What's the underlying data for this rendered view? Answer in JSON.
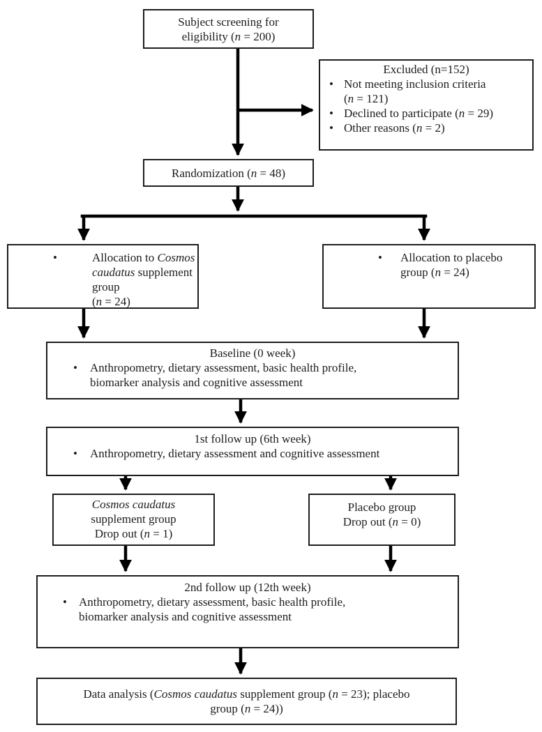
{
  "diagram": {
    "bullet_char": "•",
    "colors": {
      "border": "#1d1d1d",
      "text": "#1c1c1c",
      "arrow": "#000000",
      "background": "#ffffff"
    },
    "boxes": {
      "screening": {
        "lines": [
          [
            {
              "t": "Subject screening for"
            }
          ],
          [
            {
              "t": "eligibility ("
            },
            {
              "t": "n",
              "i": true
            },
            {
              "t": " = 200)"
            }
          ]
        ]
      },
      "excluded": {
        "title": [
          {
            "t": "Excluded (n=152)"
          }
        ],
        "bullets": [
          [
            [
              {
                "t": "Not meeting inclusion criteria"
              }
            ],
            [
              {
                "t": "("
              },
              {
                "t": "n",
                "i": true
              },
              {
                "t": " = 121)"
              }
            ]
          ],
          [
            [
              {
                "t": "Declined to participate ("
              },
              {
                "t": "n",
                "i": true
              },
              {
                "t": " = 29)"
              }
            ]
          ],
          [
            [
              {
                "t": "Other reasons ("
              },
              {
                "t": "n",
                "i": true
              },
              {
                "t": " = 2)"
              }
            ]
          ]
        ]
      },
      "randomization": {
        "text": [
          {
            "t": "Randomization ("
          },
          {
            "t": "n",
            "i": true
          },
          {
            "t": " = 48)"
          }
        ]
      },
      "alloc_cosmos": {
        "bullet": [
          [
            {
              "t": "Allocation to "
            },
            {
              "t": "Cosmos",
              "i": true
            }
          ],
          [
            {
              "t": "caudatus",
              "i": true
            },
            {
              "t": " supplement group"
            }
          ],
          [
            {
              "t": "("
            },
            {
              "t": "n",
              "i": true
            },
            {
              "t": " = 24)"
            }
          ]
        ]
      },
      "alloc_placebo": {
        "bullet": [
          [
            {
              "t": "Allocation to placebo"
            }
          ],
          [
            {
              "t": "group ("
            },
            {
              "t": "n",
              "i": true
            },
            {
              "t": " = 24)"
            }
          ]
        ]
      },
      "baseline": {
        "title": [
          {
            "t": "Baseline (0 week)"
          }
        ],
        "bullet": [
          [
            {
              "t": "Anthropometry, dietary assessment, basic health profile,"
            }
          ],
          [
            {
              "t": "biomarker analysis and cognitive assessment"
            }
          ]
        ]
      },
      "followup1": {
        "title": [
          {
            "t": "1st follow up (6th week)"
          }
        ],
        "bullet": [
          [
            {
              "t": "Anthropometry, dietary assessment and cognitive assessment"
            }
          ]
        ]
      },
      "dropout_cosmos": {
        "lines": [
          [
            {
              "t": "Cosmos caudatus",
              "i": true
            }
          ],
          [
            {
              "t": "supplement group"
            }
          ],
          [
            {
              "t": "Drop out ("
            },
            {
              "t": "n",
              "i": true
            },
            {
              "t": " = 1)"
            }
          ]
        ]
      },
      "dropout_placebo": {
        "lines": [
          [
            {
              "t": "Placebo group"
            }
          ],
          [
            {
              "t": "Drop out ("
            },
            {
              "t": "n",
              "i": true
            },
            {
              "t": " = 0)"
            }
          ]
        ]
      },
      "followup2": {
        "title": [
          {
            "t": "2nd follow up (12th week)"
          }
        ],
        "bullet": [
          [
            {
              "t": "Anthropometry, dietary assessment, basic health profile,"
            }
          ],
          [
            {
              "t": "biomarker analysis and cognitive assessment"
            }
          ]
        ]
      },
      "data_analysis": {
        "lines": [
          [
            {
              "t": "Data analysis ("
            },
            {
              "t": "Cosmos caudatus",
              "i": true
            },
            {
              "t": " supplement group ("
            },
            {
              "t": "n",
              "i": true
            },
            {
              "t": " = 23); placebo"
            }
          ],
          [
            {
              "t": "group ("
            },
            {
              "t": "n",
              "i": true
            },
            {
              "t": " = 24))"
            }
          ]
        ]
      }
    }
  }
}
